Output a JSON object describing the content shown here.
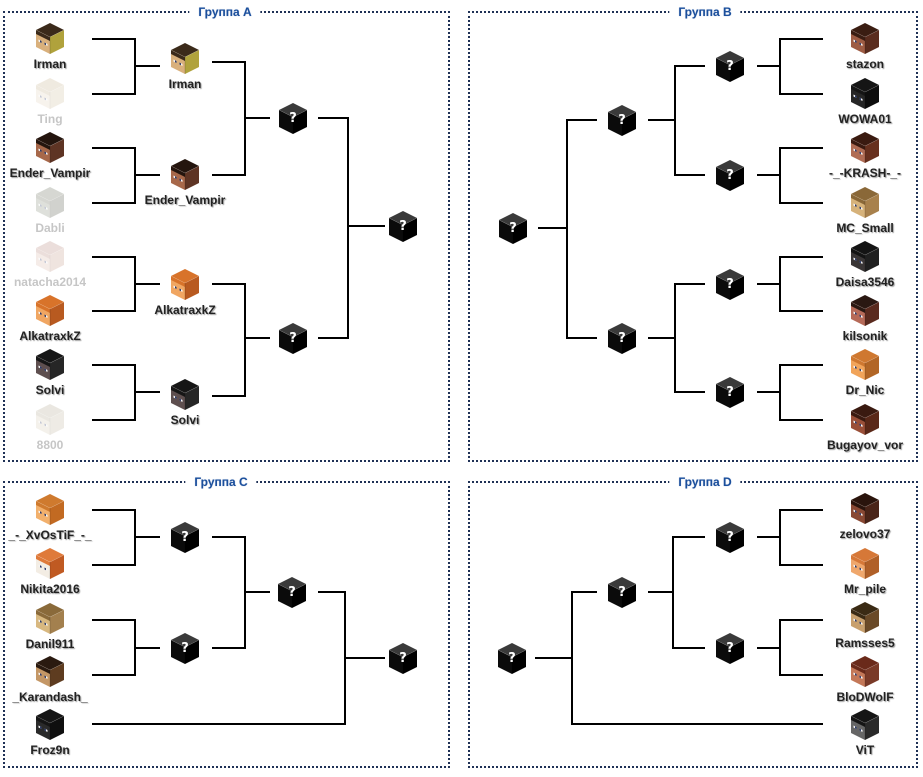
{
  "colors": {
    "title_text": "#1b4f9c",
    "bracket_line": "#000000",
    "panel_border": "#1f3156",
    "unknown_top": "#3a3a3a",
    "unknown_front": "#0b0b0b",
    "unknown_side": "#000000"
  },
  "groups": [
    {
      "title": "Группа A",
      "round1": [
        {
          "name": "Irman",
          "hair": "#3b2a1a",
          "skin": "#d9b07c",
          "side": "#b0a23c"
        },
        {
          "name": "Ting",
          "eliminated": true,
          "hair": "#c8b694",
          "skin": "#e6d7bf",
          "side": "#d2c3a6"
        },
        {
          "name": "Ender_Vampir",
          "hair": "#24150e",
          "skin": "#a7684a",
          "side": "#5e3424"
        },
        {
          "name": "Dabli",
          "eliminated": true,
          "hair": "#6f7462",
          "skin": "#8d917f",
          "side": "#5d6152"
        },
        {
          "name": "natacha2014",
          "eliminated": true,
          "hair": "#b88c80",
          "skin": "#dcbcb0",
          "side": "#c8a090"
        },
        {
          "name": "AlkatraxkZ",
          "hair": "#d8732a",
          "skin": "#f0a662",
          "side": "#b85a20"
        },
        {
          "name": "Solvi",
          "hair": "#161616",
          "skin": "#5e4f4f",
          "side": "#262626"
        },
        {
          "name": "8800",
          "eliminated": true,
          "hair": "#b5ac95",
          "skin": "#d8cfba",
          "side": "#c4bba5"
        }
      ],
      "round2": [
        {
          "name": "Irman",
          "hair": "#3b2a1a",
          "skin": "#d9b07c",
          "side": "#b0a23c"
        },
        {
          "name": "Ender_Vampir",
          "hair": "#24150e",
          "skin": "#a7684a",
          "side": "#5e3424"
        },
        {
          "name": "AlkatraxkZ",
          "hair": "#d8732a",
          "skin": "#f0a662",
          "side": "#b85a20"
        },
        {
          "name": "Solvi",
          "hair": "#161616",
          "skin": "#5e4f4f",
          "side": "#262626"
        }
      ],
      "round3": [
        "?",
        "?"
      ],
      "final": "?"
    },
    {
      "title": "Группа B",
      "round1": [
        {
          "name": "stazon",
          "hair": "#3a1d12",
          "skin": "#9e5c44",
          "side": "#5a2c1e"
        },
        {
          "name": "WOWA01",
          "hair": "#151515",
          "skin": "#262626",
          "side": "#0d0d0d"
        },
        {
          "name": "-_-KRASH-_-",
          "hair": "#3a1a10",
          "skin": "#b06c54",
          "side": "#67301e"
        },
        {
          "name": "MC_Small",
          "hair": "#8a6838",
          "skin": "#d6b27a",
          "side": "#a8814c"
        },
        {
          "name": "Daisa3546",
          "hair": "#141414",
          "skin": "#3a3636",
          "side": "#202020"
        },
        {
          "name": "kilsonik",
          "hair": "#2a1812",
          "skin": "#b66a58",
          "side": "#5a2a1e"
        },
        {
          "name": "Dr_Nic",
          "hair": "#cf7830",
          "skin": "#f1a45a",
          "side": "#b26626"
        },
        {
          "name": "Bugayov_vor",
          "hair": "#3a1a10",
          "skin": "#9a4f38",
          "side": "#5a2818"
        }
      ],
      "round2": [
        "?",
        "?",
        "?",
        "?"
      ],
      "round3": [
        "?",
        "?"
      ],
      "final": "?"
    },
    {
      "title": "Группа C",
      "round1": [
        {
          "name": "_-_XvOsTiF_-_",
          "hair": "#cf7a2e",
          "skin": "#f2b06c",
          "side": "#c26a22"
        },
        {
          "name": "Nikita2016",
          "hair": "#df7a3a",
          "skin": "#f3ede4",
          "side": "#c05a22"
        },
        {
          "name": "Danil911",
          "hair": "#8a6a3a",
          "skin": "#d8b880",
          "side": "#a3804e"
        },
        {
          "name": "_Karandash_",
          "hair": "#2a1a10",
          "skin": "#c49766",
          "side": "#5e3c20"
        }
      ],
      "bye": {
        "name": "Froz9n",
        "hair": "#151515",
        "skin": "#2a2a2a",
        "side": "#0f0f0f"
      },
      "round2": [
        "?",
        "?"
      ],
      "round3": [
        "?"
      ],
      "final": "?"
    },
    {
      "title": "Группа D",
      "round1": [
        {
          "name": "zelovo37",
          "hair": "#2a140c",
          "skin": "#894833",
          "side": "#4a2418"
        },
        {
          "name": "Mr_pile",
          "hair": "#d67838",
          "skin": "#efa76c",
          "side": "#b06028"
        },
        {
          "name": "Ramsses5",
          "hair": "#3a2a14",
          "skin": "#c8a06e",
          "side": "#6a4a28"
        },
        {
          "name": "BloDWolF",
          "hair": "#6a2a1a",
          "skin": "#c47858",
          "side": "#7a3a28"
        }
      ],
      "bye": {
        "name": "ViT",
        "hair": "#151515",
        "skin": "#666666",
        "side": "#2a2a2a"
      },
      "round2": [
        "?",
        "?"
      ],
      "round3": [
        "?"
      ],
      "final": "?"
    }
  ]
}
